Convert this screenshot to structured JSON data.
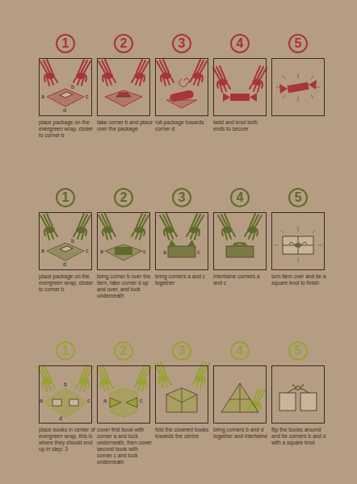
{
  "diagram": {
    "nodes": [
      {
        "text": [
          "1",
          "place package on the evergreen wrap, closer to corner b"
        ]
      },
      {
        "text": [
          "2",
          "take corner b and place over the package"
        ]
      },
      {
        "text": [
          "3",
          "roll package towards corner d"
        ]
      },
      {
        "text": [
          "4",
          "twist and knot both ends to secure"
        ]
      },
      {
        "text": [
          "5"
        ]
      },
      {
        "text": [
          "1",
          "place package on the evergreen wrap, closer to corner b"
        ]
      },
      {
        "text": [
          "2",
          "bring corner b over the item, take corner d up and over, and tuck underneath"
        ]
      },
      {
        "text": [
          "3",
          "bring corners a and c together"
        ]
      },
      {
        "text": [
          "4",
          "intertwine corners a and c"
        ]
      },
      {
        "text": [
          "5",
          "turn item over and tie a square knot to finish"
        ]
      },
      {
        "text": [
          "1",
          "place books in center of evergreen wrap, this is where they should end up in step: 3"
        ]
      },
      {
        "text": [
          "2",
          "cover first book with corner a and tuck underneath, then cover second book with corner c and tuck underneath"
        ]
      },
      {
        "text": [
          "3",
          "fold the covered books towards the centre"
        ]
      },
      {
        "text": [
          "4",
          "bring corners b and d together and intertwine"
        ]
      },
      {
        "text": [
          "5",
          "flip the books around and tie corners b and d with a square knot"
        ]
      }
    ],
    "labels": [
      "b",
      "a",
      "c",
      "d",
      "b",
      "a",
      "c",
      "d",
      "a",
      "c",
      "a",
      "c",
      "b",
      "a",
      "c",
      "d",
      "a",
      "c"
    ]
  }
}
